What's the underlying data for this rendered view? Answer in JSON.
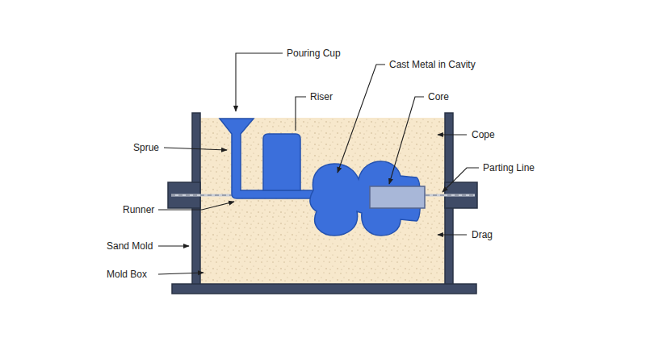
{
  "diagram": {
    "labels": [
      "Pouring Cup",
      "Riser",
      "Cast Metal in Cavity",
      "Core",
      "Cope",
      "Sprue",
      "Parting Line",
      "Runner",
      "Drag",
      "Sand Mold",
      "Mold Box"
    ]
  }
}
